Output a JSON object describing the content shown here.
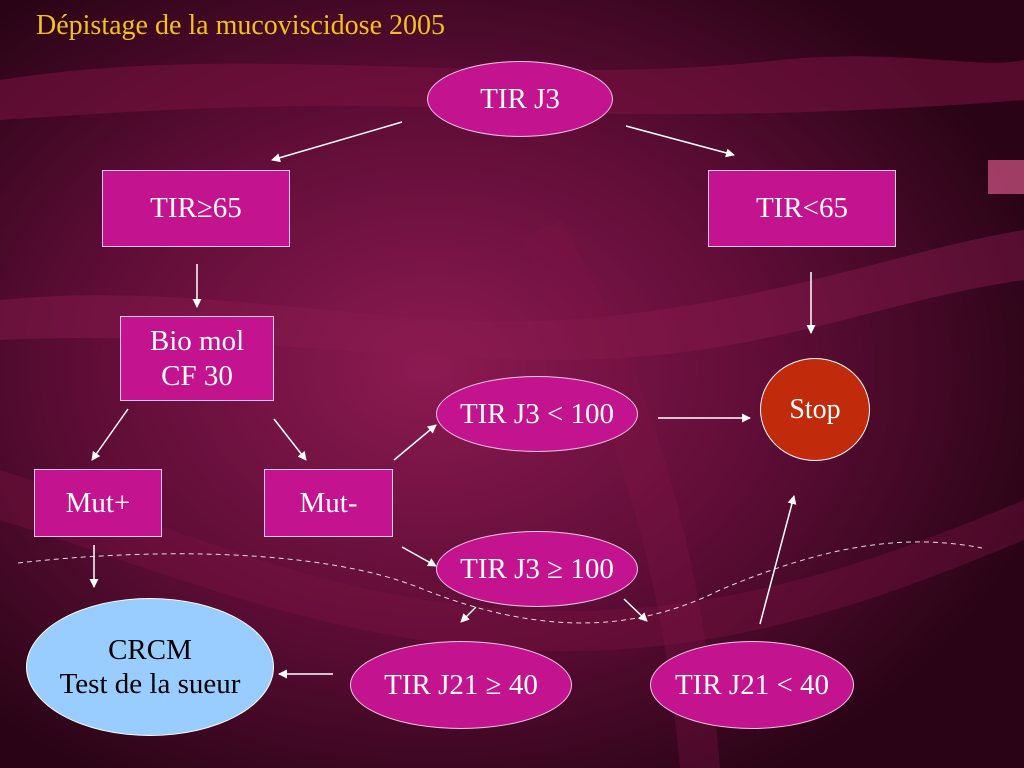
{
  "title": "Dépistage de la mucoviscidose 2005",
  "nodes": {
    "tir_j3": "TIR J3",
    "tir_ge65": "TIR≥65",
    "tir_lt65": "TIR<65",
    "biomol_line1": "Bio mol",
    "biomol_line2": "CF 30",
    "stop": "Stop",
    "mut_plus": "Mut+",
    "mut_minus": "Mut-",
    "tir_j3_lt100": "TIR J3 < 100",
    "tir_j3_ge100": "TIR J3 ≥ 100",
    "crcm_line1": "CRCM",
    "crcm_line2": "Test de la sueur",
    "tir_j21_ge40": "TIR J21 ≥ 40",
    "tir_j21_lt40": "TIR J21 < 40"
  },
  "colors": {
    "background": "#4a0a2a",
    "node_fill": "#c4138f",
    "stop_fill": "#c22a0c",
    "crcm_fill": "#99ccff",
    "title_text": "#f2c21a",
    "arrow": "#ffffff"
  }
}
